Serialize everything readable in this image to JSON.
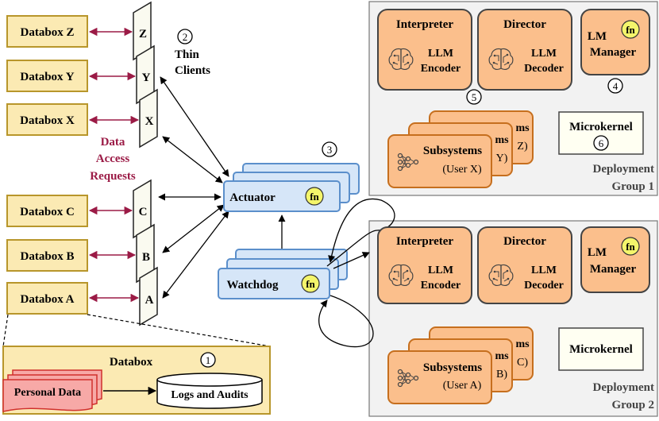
{
  "databoxes": {
    "z": "Databox Z",
    "y": "Databox Y",
    "x": "Databox X",
    "c": "Databox C",
    "b": "Databox B",
    "a": "Databox A"
  },
  "thin_clients": {
    "number": "2",
    "label_line1": "Thin",
    "label_line2": "Clients",
    "letters": {
      "z": "Z",
      "y": "Y",
      "x": "X",
      "c": "C",
      "b": "B",
      "a": "A"
    }
  },
  "data_access_requests": [
    "Data",
    "Access",
    "Requests"
  ],
  "actuator": {
    "number": "3",
    "label": "Actuator",
    "fn": "fn"
  },
  "watchdog": {
    "label": "Watchdog",
    "fn": "fn"
  },
  "databox_detail": {
    "title": "Databox",
    "number": "1",
    "personal_data": "Personal Data",
    "logs": "Logs and Audits"
  },
  "group1": {
    "interpreter": "Interpreter",
    "interpreter_sub": [
      "LLM",
      "Encoder"
    ],
    "director": "Director",
    "director_sub": [
      "LLM",
      "Decoder"
    ],
    "lm_manager": [
      "LM",
      "Manager"
    ],
    "lm_number": "4",
    "fn": "fn",
    "five": "5",
    "microkernel": "Microkernel",
    "microkernel_number": "6",
    "subsystems": "Subsystems",
    "user": "(User X)",
    "back_users": [
      "Y)",
      "Z)"
    ],
    "back_titles": [
      "ms",
      "ms"
    ],
    "deployment": [
      "Deployment",
      "Group 1"
    ]
  },
  "group2": {
    "interpreter": "Interpreter",
    "interpreter_sub": [
      "LLM",
      "Encoder"
    ],
    "director": "Director",
    "director_sub": [
      "LLM",
      "Decoder"
    ],
    "lm_manager": [
      "LM",
      "Manager"
    ],
    "fn": "fn",
    "microkernel": "Microkernel",
    "subsystems": "Subsystems",
    "user": "(User A)",
    "back_users": [
      "B)",
      "C)"
    ],
    "back_titles": [
      "ms",
      "ms"
    ],
    "deployment": [
      "Deployment",
      "Group 2"
    ]
  },
  "colors": {
    "databox_fill": "#fbeab3",
    "databox_stroke": "#b8962b",
    "orange_fill": "#fbbf8c",
    "orange_stroke": "#c66f1e",
    "blue_fill": "#d6e6f8",
    "blue_stroke": "#5b8fcb",
    "group_fill": "#f2f2f2",
    "request_color": "#9b1b46",
    "personal_fill": "#f7a9a7",
    "personal_stroke": "#d0312d",
    "fn_fill": "#f4f56b"
  }
}
